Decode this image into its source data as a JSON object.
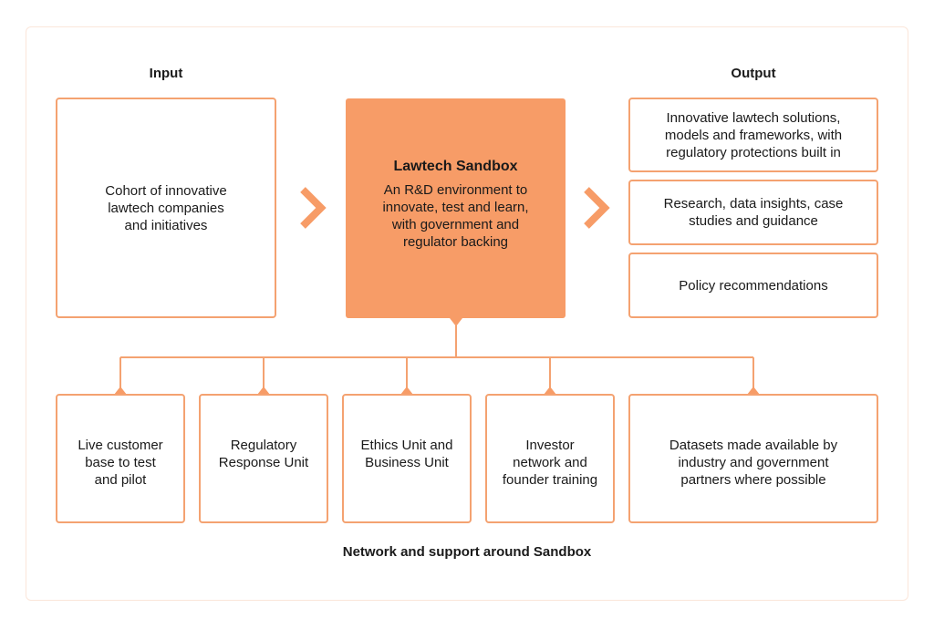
{
  "input_heading": "Input",
  "output_heading": "Output",
  "input_box": "Cohort of innovative\nlawtech companies\nand initiatives",
  "sandbox": {
    "title": "Lawtech Sandbox",
    "description": "An R&D environment to\ninnovate, test and learn,\nwith government and\nregulator backing"
  },
  "outputs": [
    "Innovative lawtech solutions,\nmodels and frameworks, with\nregulatory protections built in",
    "Research, data insights, case\nstudies and guidance",
    "Policy recommendations"
  ],
  "support_units": [
    "Live customer\nbase to test\nand pilot",
    "Regulatory\nResponse Unit",
    "Ethics Unit and\nBusiness Unit",
    "Investor\nnetwork and\nfounder training",
    "Datasets made available by\nindustry and government\npartners where possible"
  ],
  "footer_caption": "Network and support around Sandbox",
  "colors": {
    "accent": "#f79c67",
    "border": "#f4a271",
    "frame": "#fbe6da"
  }
}
